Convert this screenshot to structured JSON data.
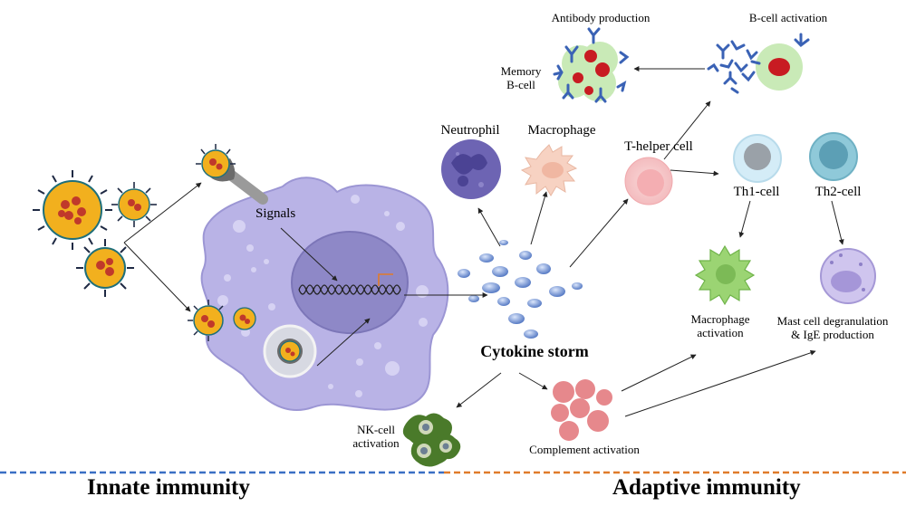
{
  "labels": {
    "antibody_production": "Antibody production",
    "b_cell_activation": "B-cell activation",
    "memory_b_cell": [
      "Memory",
      "B-cell"
    ],
    "neutrophil": "Neutrophil",
    "macrophage": "Macrophage",
    "t_helper_cell": "T-helper cell",
    "th1_cell": "Th1-cell",
    "th2_cell": "Th2-cell",
    "signals": "Signals",
    "cytokine_storm": "Cytokine storm",
    "macrophage_activation": [
      "Macrophage",
      "activation"
    ],
    "mast_cell": [
      "Mast cell degranulation",
      "& IgE production"
    ],
    "nk_cell_activation": [
      "NK-cell",
      "activation"
    ],
    "complement_activation": "Complement activation"
  },
  "footer": {
    "innate": "Innate immunity",
    "adaptive": "Adaptive immunity",
    "innate_color": "#3a6fc4",
    "adaptive_color": "#e07b2a"
  },
  "colors": {
    "macrophage_body": "#b9b3e6",
    "nucleus": "#8e88c7",
    "virus_core": "#f2b01e",
    "virus_rna": "#c0392b",
    "spike": "#1f2a44",
    "memory_b_cell": "#c9eab7",
    "antibody": "#3a62b5",
    "b_cell_nucleus": "#c81b22",
    "neutrophil": "#6d64b3",
    "macrophage_cell": "#f7d2c2",
    "t_helper": "#f7c1c4",
    "th1": "#d4ecf7",
    "th2": "#8fc9d9",
    "activated_macrophage": "#9bd473",
    "mast_cell": "#cfc5ee",
    "nk_cell": "#4a7a2a",
    "complement": "#e6888c",
    "cytokine": "#5d81c7"
  }
}
